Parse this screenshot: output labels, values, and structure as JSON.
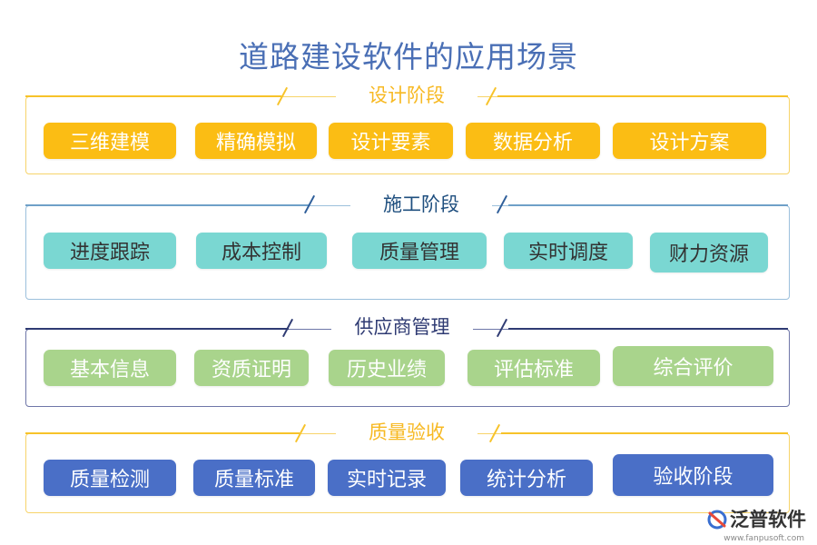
{
  "title": "道路建设软件的应用场景",
  "sections": [
    {
      "heading": "设计阶段",
      "color": "#f7c32a",
      "chip_color": "#fbbd14",
      "items": [
        "三维建模",
        "精确模拟",
        "设计要素",
        "数据分析",
        "设计方案"
      ]
    },
    {
      "heading": "施工阶段",
      "color": "#6fa0c8",
      "chip_color": "#7ad7d2",
      "text_color": "#333333",
      "items": [
        "进度跟踪",
        "成本控制",
        "质量管理",
        "实时调度",
        "财力资源"
      ]
    },
    {
      "heading": "供应商管理",
      "color": "#2f3b73",
      "chip_color": "#a9d48c",
      "items": [
        "基本信息",
        "资质证明",
        "历史业绩",
        "评估标准",
        "综合评价"
      ]
    },
    {
      "heading": "质量验收",
      "color": "#f7c32a",
      "chip_color": "#4a6fc7",
      "items": [
        "质量检测",
        "质量标准",
        "实时记录",
        "统计分析",
        "验收阶段"
      ]
    }
  ],
  "logo": {
    "name": "泛普软件",
    "url": "www.fanpusoft.com",
    "icon": "fanpu-logo-icon"
  }
}
